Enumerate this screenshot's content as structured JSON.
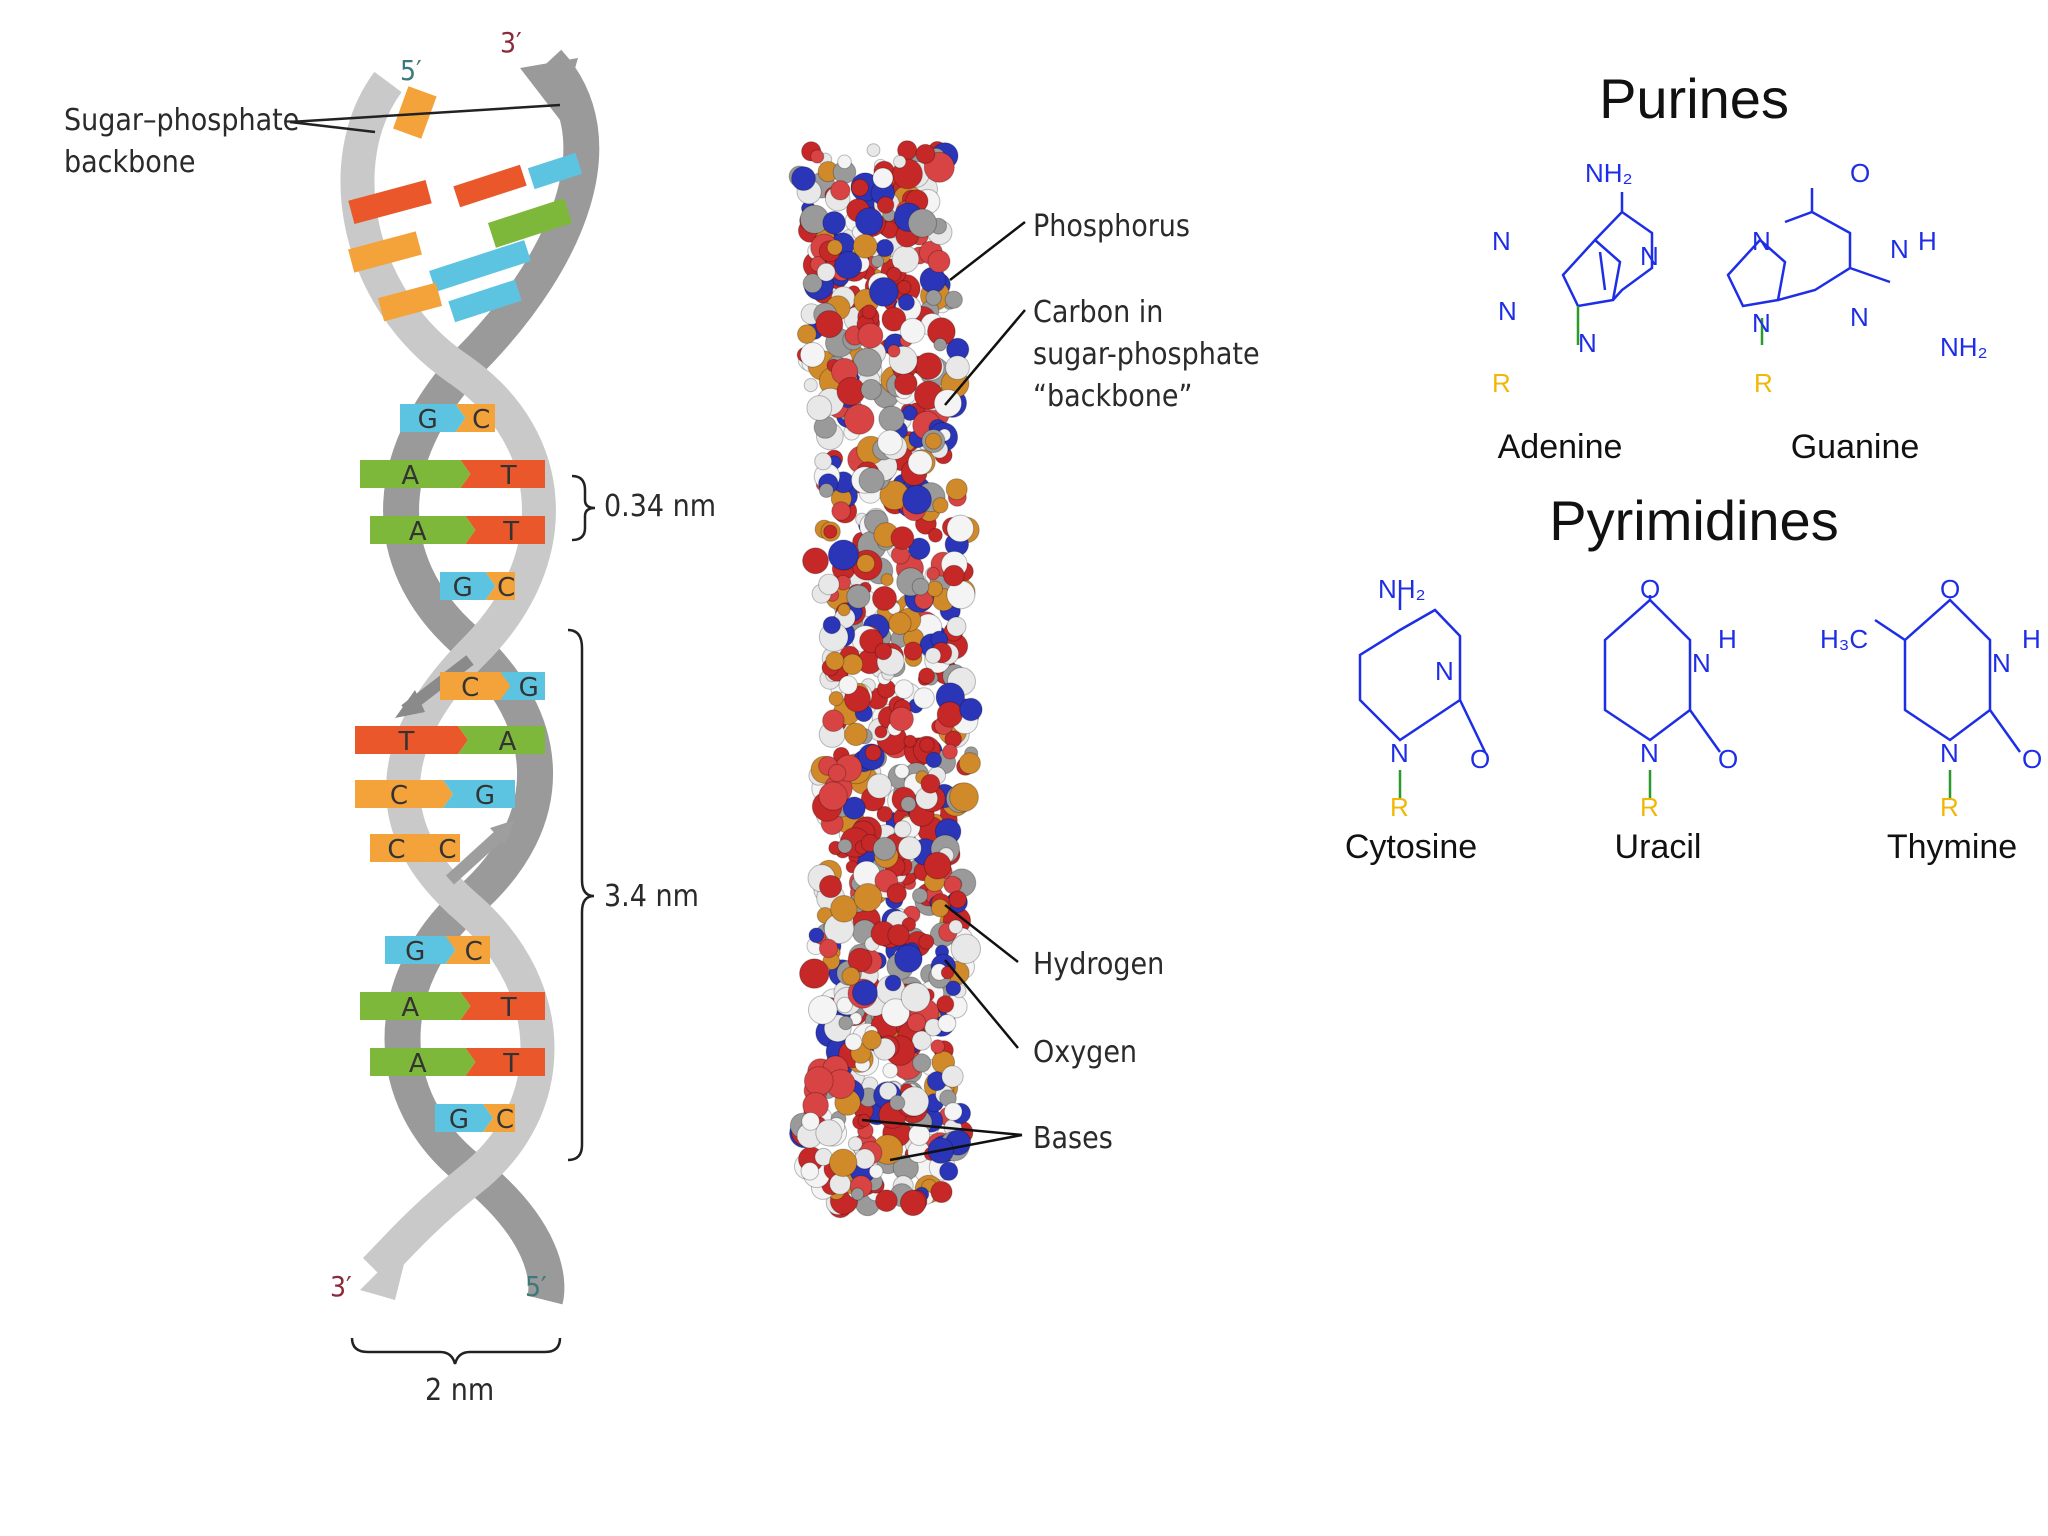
{
  "helix": {
    "backbone_label_line1": "Sugar–phosphate",
    "backbone_label_line2": "backbone",
    "five_prime_top": "5′",
    "three_prime_top": "3′",
    "three_prime_bottom": "3′",
    "five_prime_bottom": "5′",
    "rise_label": "0.34 nm",
    "pitch_label": "3.4 nm",
    "width_label": "2 nm",
    "colors": {
      "A": "#7db83a",
      "T": "#e9572a",
      "G": "#5cc4e0",
      "C": "#f4a23a",
      "backbone": "#b8b8b8"
    },
    "pairs": [
      {
        "left": "G",
        "right": "C"
      },
      {
        "left": "A",
        "right": "T"
      },
      {
        "left": "A",
        "right": "T"
      },
      {
        "left": "G",
        "right": "C"
      },
      {
        "left": "C",
        "right": "G"
      },
      {
        "left": "T",
        "right": "A"
      },
      {
        "left": "C",
        "right": "G"
      },
      {
        "left": "C",
        "right": "C"
      },
      {
        "left": "G",
        "right": "C"
      },
      {
        "left": "A",
        "right": "T"
      },
      {
        "left": "A",
        "right": "T"
      },
      {
        "left": "G",
        "right": "C"
      }
    ]
  },
  "model": {
    "phosphorus": "Phosphorus",
    "carbon_line1": "Carbon in",
    "carbon_line2": "sugar-phosphate",
    "carbon_line3": "“backbone”",
    "hydrogen": "Hydrogen",
    "oxygen": "Oxygen",
    "bases": "Bases"
  },
  "chemistry": {
    "purines_title": "Purines",
    "pyrimidines_title": "Pyrimidines",
    "colors": {
      "ring": "#1e2ee6",
      "r_group": "#f2b705",
      "r_bond": "#2a9a2a"
    },
    "adenine": "Adenine",
    "guanine": "Guanine",
    "cytosine": "Cytosine",
    "uracil": "Uracil",
    "thymine": "Thymine",
    "nh2": "NH₂",
    "h3c": "H₃C",
    "o": "O",
    "n": "N",
    "h": "H",
    "r": "R"
  }
}
